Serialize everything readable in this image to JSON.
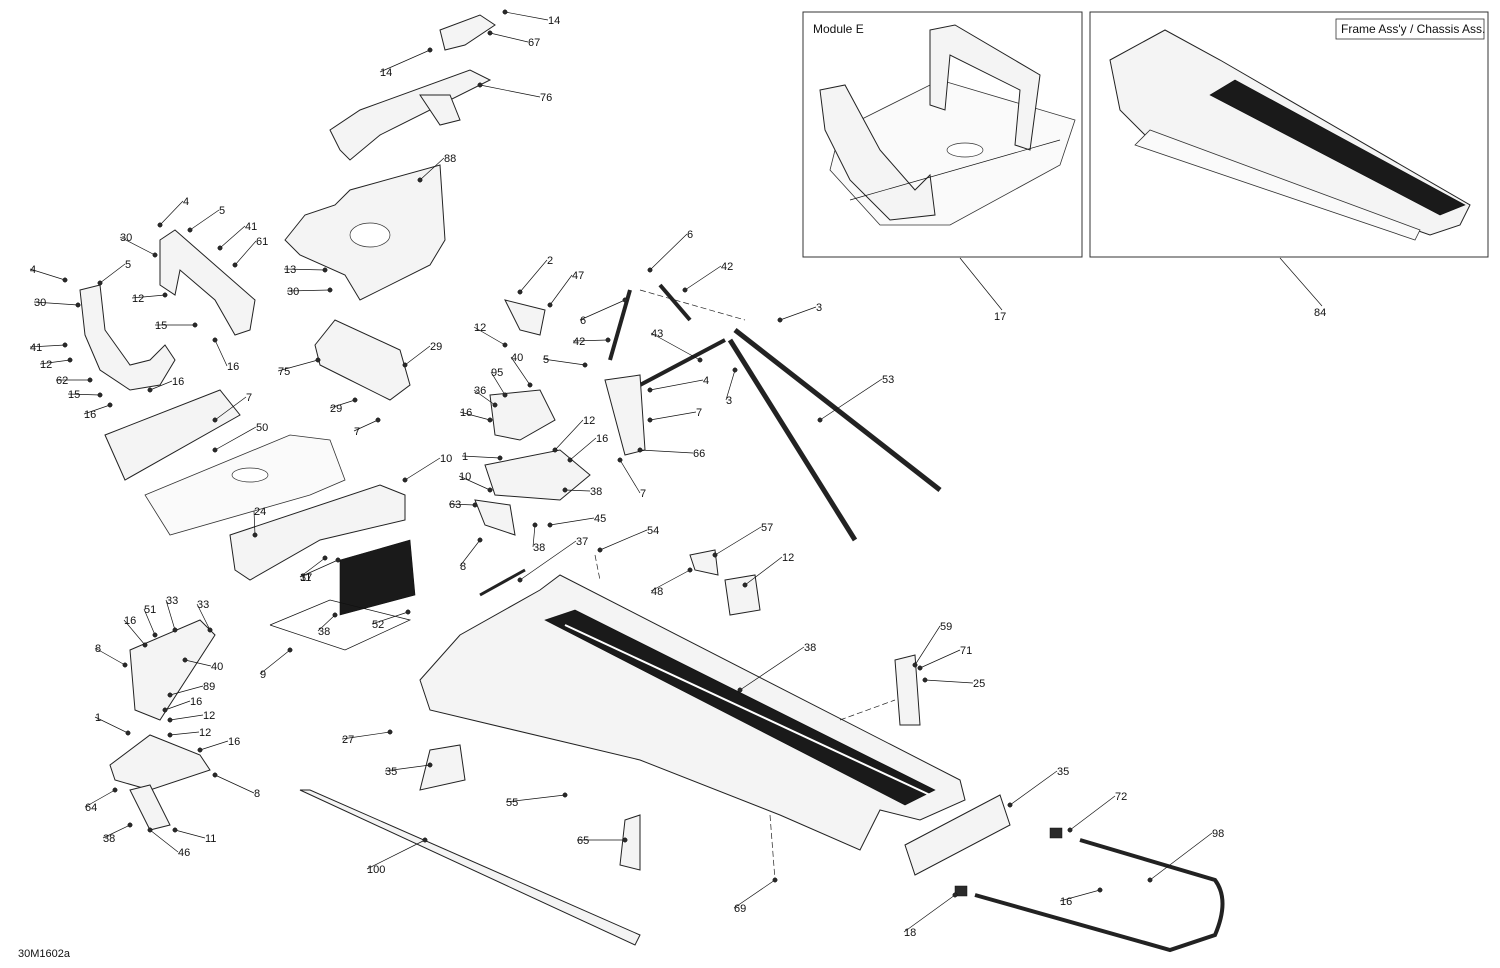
{
  "diagram": {
    "document_id": "30M1602a",
    "insets": [
      {
        "label": "Module E",
        "callout": "17"
      },
      {
        "label": "Frame Ass'y / Chassis Ass.",
        "callout": "84"
      }
    ],
    "callouts": [
      "14",
      "67",
      "14",
      "76",
      "88",
      "4",
      "5",
      "41",
      "30",
      "61",
      "4",
      "5",
      "30",
      "12",
      "41",
      "12",
      "15",
      "62",
      "15",
      "16",
      "16",
      "16",
      "13",
      "30",
      "75",
      "29",
      "29",
      "7",
      "2",
      "47",
      "12",
      "6",
      "42",
      "6",
      "42",
      "3",
      "43",
      "3",
      "53",
      "5",
      "40",
      "95",
      "4",
      "36",
      "16",
      "7",
      "1",
      "12",
      "16",
      "66",
      "7",
      "7",
      "50",
      "10",
      "24",
      "10",
      "38",
      "63",
      "45",
      "38",
      "8",
      "11",
      "37",
      "37",
      "57",
      "48",
      "12",
      "54",
      "38",
      "52",
      "9",
      "51",
      "16",
      "33",
      "33",
      "8",
      "40",
      "89",
      "16",
      "12",
      "1",
      "12",
      "16",
      "64",
      "8",
      "38",
      "11",
      "46",
      "38",
      "59",
      "71",
      "25",
      "27",
      "35",
      "55",
      "35",
      "65",
      "72",
      "98",
      "100",
      "69",
      "16",
      "18",
      "98"
    ]
  }
}
